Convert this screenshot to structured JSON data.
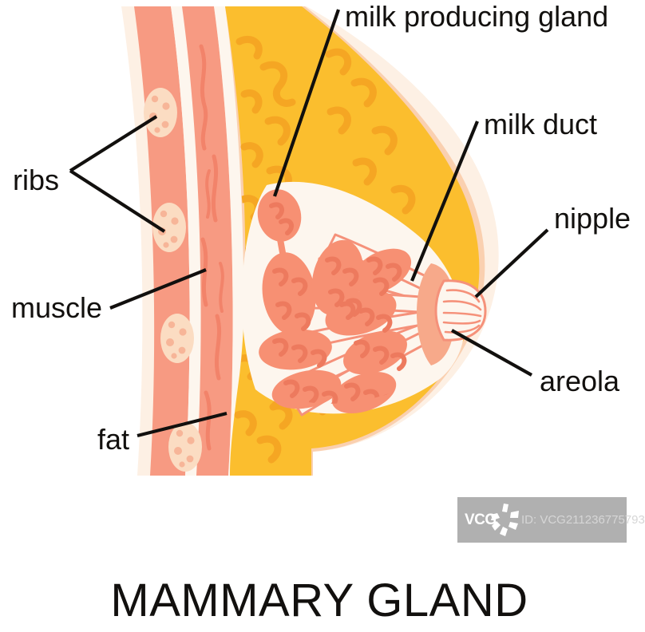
{
  "diagram": {
    "title": "MAMMARY GLAND",
    "subject": "mammary-gland-cross-section",
    "background_color": "#ffffff",
    "labels": [
      {
        "id": "milk-producing-gland",
        "text": "milk producing gland",
        "side": "right",
        "anchor": "start"
      },
      {
        "id": "milk-duct",
        "text": "milk duct",
        "side": "right",
        "anchor": "start"
      },
      {
        "id": "nipple",
        "text": "nipple",
        "side": "right",
        "anchor": "start"
      },
      {
        "id": "areola",
        "text": "areola",
        "side": "right",
        "anchor": "start"
      },
      {
        "id": "ribs",
        "text": "ribs",
        "side": "left",
        "anchor": "end"
      },
      {
        "id": "muscle",
        "text": "muscle",
        "side": "left",
        "anchor": "end"
      },
      {
        "id": "fat",
        "text": "fat",
        "side": "left",
        "anchor": "end"
      }
    ],
    "colors": {
      "skin_outer": "#fdf0e4",
      "skin_peach": "#fad0b0",
      "muscle": "#f79a82",
      "muscle_fiber": "#f2836a",
      "rib_bone": "#fbdcc2",
      "rib_spot": "#f7b598",
      "fat": "#fbbe2e",
      "fat_texture": "#f5a623",
      "gland_bg": "#fdf6ee",
      "lobule": "#f79073",
      "lobule_texture": "#ed7a5e",
      "duct": "#fdf6ee",
      "duct_stroke": "#f5917a",
      "areola": "#f7a98a",
      "nipple": "#f9b494",
      "leader_line": "#12100e",
      "text": "#12100e"
    }
  },
  "watermark": {
    "brand": "VCG",
    "id_text": "ID: VCG211236775793",
    "background": "#b0b0b0"
  }
}
